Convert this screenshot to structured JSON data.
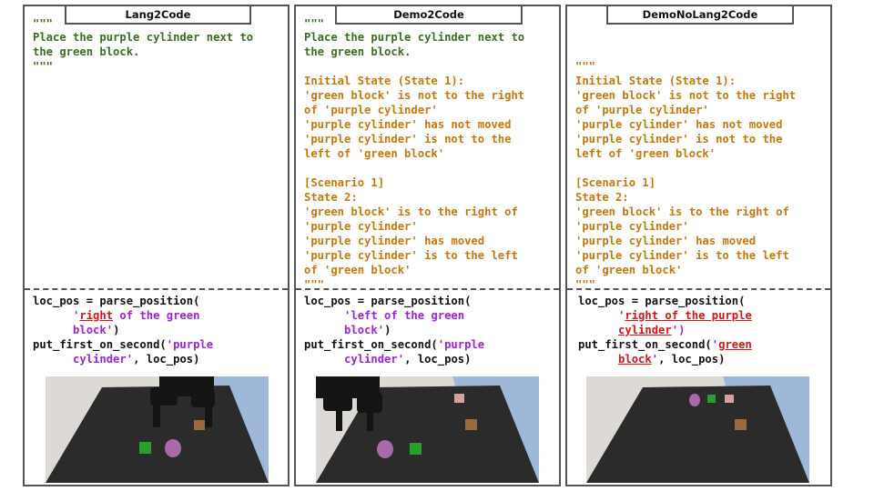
{
  "panels": [
    {
      "title": "Lang2Code",
      "doc_open": "\"\"\"",
      "instruction_lines": [
        "Place the purple cylinder next to",
        "the green block."
      ],
      "doc_close": "\"\"\"",
      "code": {
        "line1": "loc_pos = parse_position(",
        "arg_open_quote": "'",
        "arg_highlight": "right",
        "arg_rest": " of the green",
        "arg_line2": "block'",
        "arg_line2_end": ")",
        "line3_pre": "put_first_on_second(",
        "line3_arg": "'purple",
        "line4_arg": "cylinder'",
        "line4_rest": ", loc_pos)"
      }
    },
    {
      "title": "Demo2Code",
      "doc_open": "\"\"\"",
      "instruction_lines": [
        "Place the purple cylinder next to",
        "the green block."
      ],
      "state_lines": [
        "Initial State (State 1):",
        "'green block' is not to the right",
        "of 'purple cylinder'",
        "'purple cylinder' has not moved",
        "'purple cylinder' is not to the",
        "left of 'green block'",
        "",
        "[Scenario 1]",
        "State 2:",
        "'green block' is to the right of",
        "'purple cylinder'",
        "'purple cylinder' has moved",
        "'purple cylinder' is to the left",
        "of 'green block'"
      ],
      "doc_close": "\"\"\"",
      "code": {
        "line1": "loc_pos = parse_position(",
        "arg_line1": "'left of the green",
        "arg_line2": "block'",
        "arg_line2_end": ")",
        "line3_pre": "put_first_on_second(",
        "line3_arg": "'purple",
        "line4_arg": "cylinder'",
        "line4_rest": ", loc_pos)"
      }
    },
    {
      "title": "DemoNoLang2Code",
      "doc_open": "\"\"\"",
      "state_lines": [
        "Initial State (State 1):",
        "'green block' is not to the right",
        "of 'purple cylinder'",
        "'purple cylinder' has not moved",
        "'purple cylinder' is not to the",
        "left of 'green block'",
        "",
        "[Scenario 1]",
        "State 2:",
        "'green block' is to the right of",
        "'purple cylinder'",
        "'purple cylinder' has moved",
        "'purple cylinder' is to the left",
        "of 'green block'"
      ],
      "doc_close": "\"\"\"",
      "code": {
        "line1": "loc_pos = parse_position(",
        "arg_open_quote": "'",
        "arg_line1_hl": "right of the purple",
        "arg_line2_hl": "cylinder",
        "arg_line2_end": "')",
        "line3_pre": "put_first_on_second(",
        "line3_q": "'",
        "line3_hl": "green",
        "line4_hl": "block",
        "line4_q": "'",
        "line4_rest": ", loc_pos)"
      }
    }
  ],
  "colors": {
    "comment_green": "#3d6b1f",
    "state_orange": "#c8770a",
    "string_purple": "#9b23d8",
    "error_red": "#d41515",
    "border": "#555555"
  }
}
